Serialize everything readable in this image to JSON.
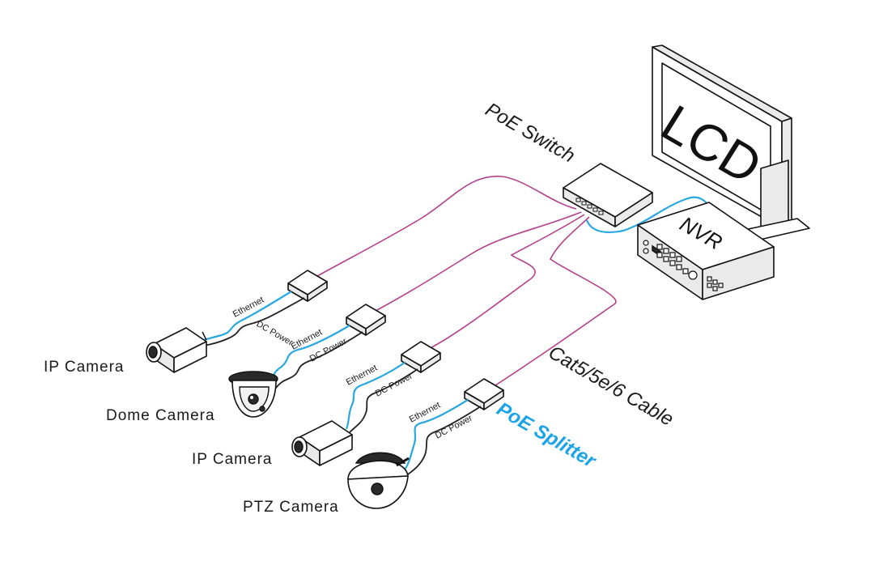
{
  "labels": {
    "lcd": "LCD",
    "nvr": "NVR",
    "poe_switch": "PoE Switch",
    "cable": "Cat5/5e/6  Cable",
    "poe_splitter": "PoE Splitter",
    "ethernet": "Ethernet",
    "dc_power": "DC Power"
  },
  "cameras": [
    {
      "label": "IP  Camera"
    },
    {
      "label": "Dome  Camera"
    },
    {
      "label": "IP  Camera"
    },
    {
      "label": "PTZ Camera"
    }
  ],
  "colors": {
    "cat5_cable": "#b5408a",
    "ethernet_cable": "#29a8e0",
    "dc_power_cable": "#222222",
    "poe_splitter_label": "#1aa3e8"
  }
}
